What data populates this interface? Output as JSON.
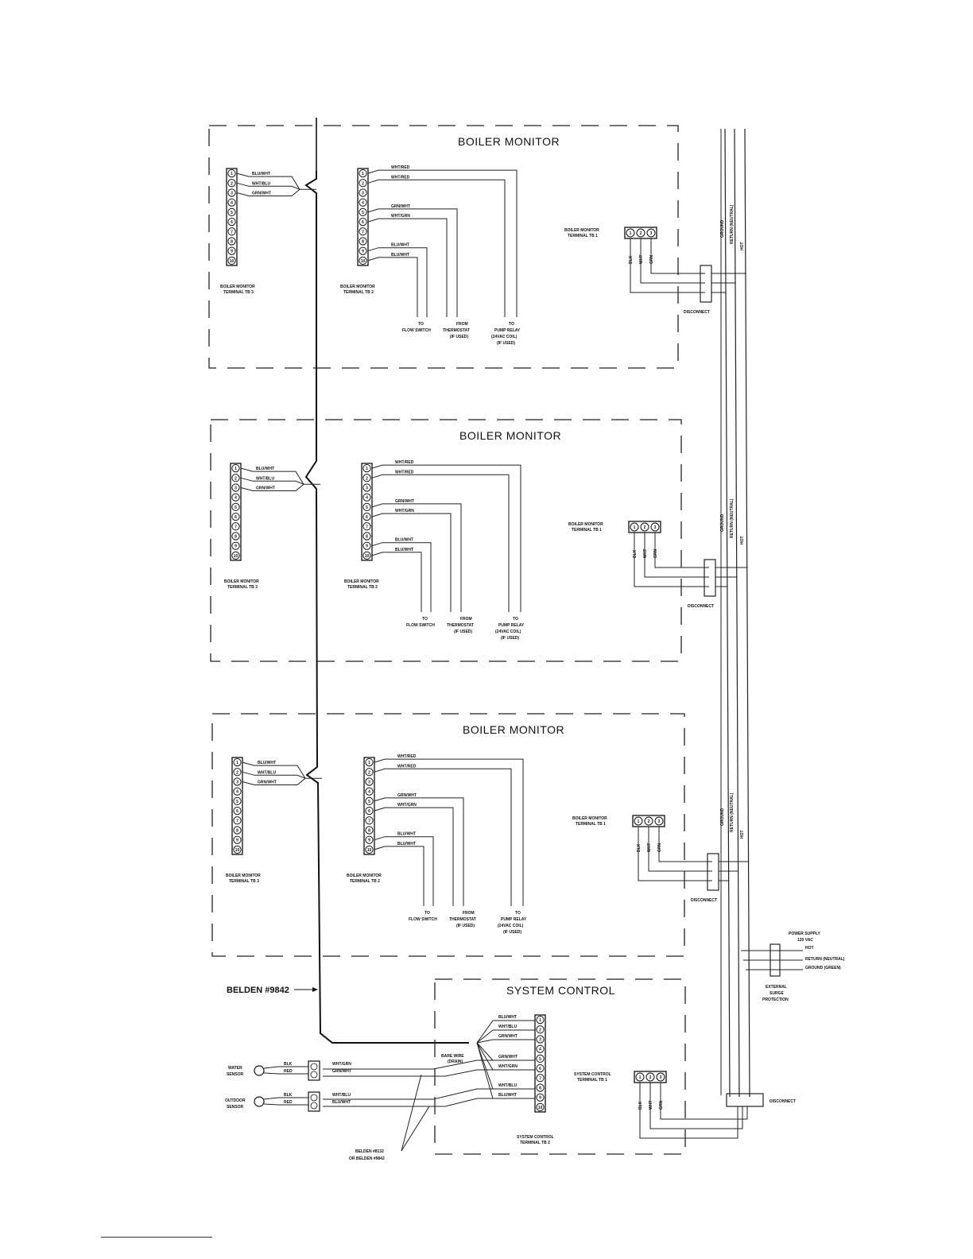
{
  "labels": {
    "boiler_monitor": "BOILER MONITOR",
    "system_control": "SYSTEM CONTROL",
    "tb3": [
      "BOILER MONITOR",
      "TERMINAL TB 3"
    ],
    "tb2": [
      "BOILER MONITOR",
      "TERMINAL TB 2"
    ],
    "tb1": [
      "BOILER MONITOR",
      "TERMINAL TB 1"
    ],
    "sys_tb1": [
      "SYSTEM CONTROL",
      "TERMINAL TB 1"
    ],
    "sys_tb2": [
      "SYSTEM CONTROL",
      "TERMINAL TB 2"
    ],
    "disconnect": "DISCONNECT",
    "to_flow": [
      "TO",
      "FLOW SWITCH"
    ],
    "from_thermo": [
      "FROM",
      "THERMOSTAT",
      "(IF USED)"
    ],
    "to_pump": [
      "TO",
      "PUMP RELAY",
      "(24VAC COIL)",
      "(IF USED)"
    ],
    "belden_main": "BELDEN #9842",
    "belden_sensor": [
      "BELDEN #8132",
      "OR BELDEN #9842"
    ],
    "water_sensor": [
      "WATER",
      "SENSOR"
    ],
    "outdoor_sensor": [
      "OUTDOOR",
      "SENSOR"
    ],
    "bare_wire": [
      "BARE WIRE",
      "(DRAIN)"
    ],
    "power_supply": [
      "POWER SUPPLY",
      "120 VAC"
    ],
    "power_legend": [
      "HOT",
      "RETURN (NEUTRAL)",
      "GROUND (GREEN)"
    ],
    "surge": [
      "EXTERNAL",
      "SURGE",
      "PROTECTION"
    ],
    "bus_labels": [
      "GROUND",
      "RETURN (NEUTRAL)",
      "HOT"
    ]
  },
  "wires": {
    "tb3": [
      "BLU/WHT",
      "WHT/BLU",
      "GRN/WHT"
    ],
    "tb2": [
      "WHT/RED",
      "WHT/RED",
      "GRN/WHT",
      "WHT/GRN",
      "BLU/WHT",
      "BLU/WHT"
    ],
    "tb1": [
      "BLK",
      "WHT",
      "GRN"
    ],
    "sys_tb2": [
      "BLU/WHT",
      "WHT/BLU",
      "GRN/WHT",
      "GRN/WHT",
      "WHT/GRN",
      "WHT/BLU",
      "BLU/WHT"
    ],
    "sensor_left": [
      "BLK",
      "RED",
      "BLK",
      "RED"
    ],
    "sensor_right": [
      "WHT/GRN",
      "GRN/WHT",
      "WHT/BLU",
      "BLU/WHT"
    ]
  },
  "terminals": {
    "tb3_count": 10,
    "tb2_count": 10,
    "tb1_count": 3,
    "sys_tb2_count": 10
  }
}
